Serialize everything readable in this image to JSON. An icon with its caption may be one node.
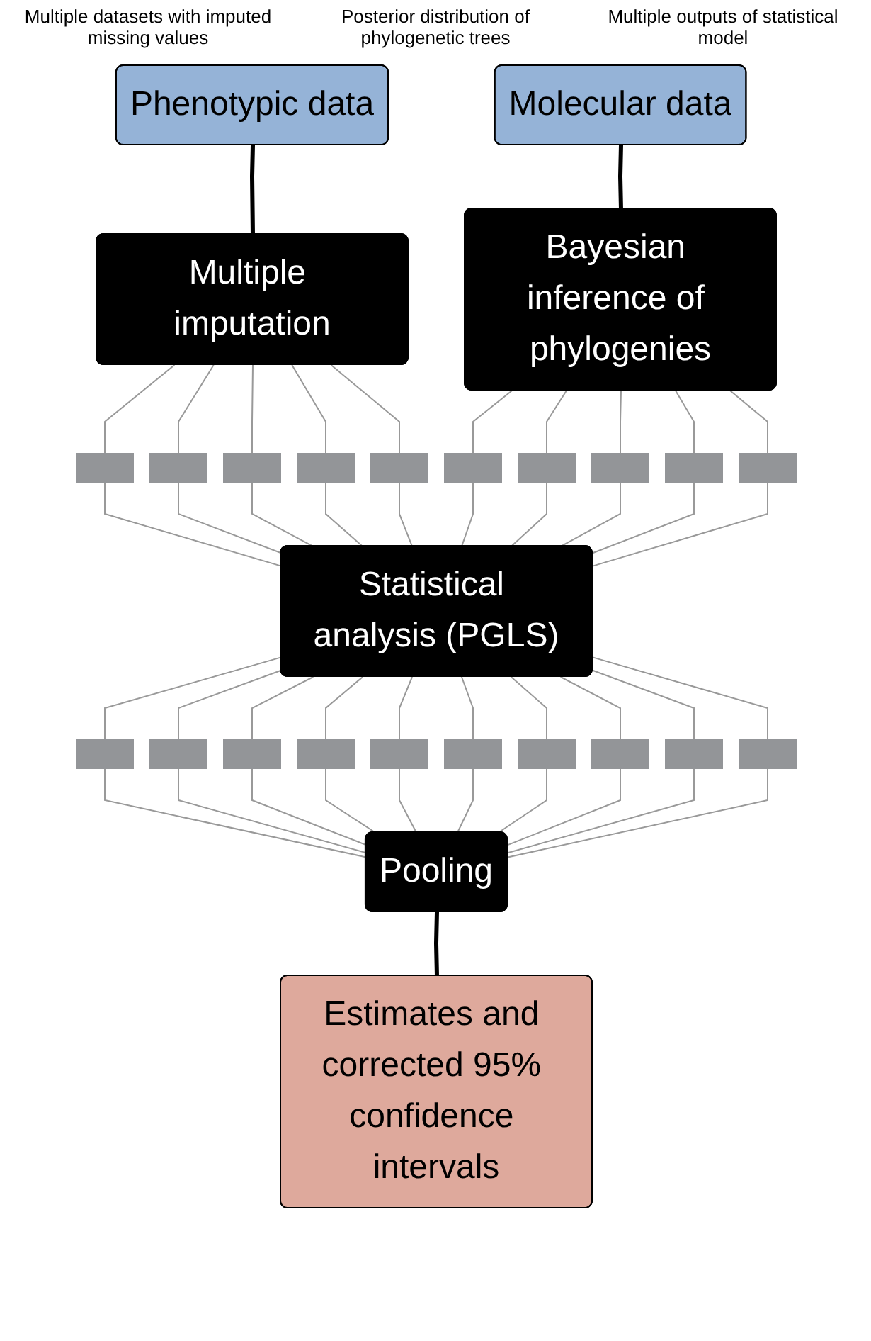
{
  "diagram": {
    "nodes": [
      {
        "text": [
          "Phenotypic data"
        ]
      },
      {
        "text": [
          "Molecular data"
        ]
      },
      {
        "text": [
          "Multiple imputation"
        ]
      },
      {
        "text": [
          "Bayesian inference of phylogenies"
        ]
      },
      {
        "text": [],
        "shape": "box"
      },
      {
        "text": [],
        "shape": "box"
      },
      {
        "text": [],
        "shape": "box"
      },
      {
        "text": [],
        "shape": "box"
      },
      {
        "text": [],
        "shape": "box"
      },
      {
        "text": [],
        "shape": "box"
      },
      {
        "text": [],
        "shape": "box"
      },
      {
        "text": [],
        "shape": "box"
      },
      {
        "text": [],
        "shape": "box"
      },
      {
        "text": [],
        "shape": "box"
      },
      {
        "text": [
          "Statistical analysis (PGLS)"
        ]
      },
      {
        "text": [],
        "shape": "box"
      },
      {
        "text": [],
        "shape": "box"
      },
      {
        "text": [],
        "shape": "box"
      },
      {
        "text": [],
        "shape": "box"
      },
      {
        "text": [],
        "shape": "box"
      },
      {
        "text": [],
        "shape": "box"
      },
      {
        "text": [],
        "shape": "box"
      },
      {
        "text": [],
        "shape": "box"
      },
      {
        "text": [],
        "shape": "box"
      },
      {
        "text": [],
        "shape": "box"
      },
      {
        "text": [
          "Pooling"
        ]
      },
      {
        "text": [
          "Estimates and corrected 95% confidence intervals"
        ]
      }
    ],
    "edges": [
      {
        "from": 0,
        "to": 2,
        "arrow": "none",
        "style": "thick",
        "color": "#000000"
      },
      {
        "from": 1,
        "to": 3,
        "arrow": "none",
        "style": "thick",
        "color": "#000000"
      },
      {
        "from": 2,
        "to": 4,
        "arrow": "none"
      },
      {
        "from": 2,
        "to": 5,
        "arrow": "none"
      },
      {
        "from": 2,
        "to": 6,
        "arrow": "none"
      },
      {
        "from": 2,
        "to": 7,
        "arrow": "none"
      },
      {
        "from": 2,
        "to": 8,
        "arrow": "none"
      },
      {
        "from": 3,
        "to": 9,
        "arrow": "none"
      },
      {
        "from": 3,
        "to": 10,
        "arrow": "none"
      },
      {
        "from": 3,
        "to": 11,
        "arrow": "none"
      },
      {
        "from": 3,
        "to": 12,
        "arrow": "none"
      },
      {
        "from": 3,
        "to": 13,
        "arrow": "none"
      },
      {
        "from": 4,
        "to": 14,
        "arrow": "none"
      },
      {
        "from": 5,
        "to": 14,
        "arrow": "none"
      },
      {
        "from": 6,
        "to": 14,
        "arrow": "none"
      },
      {
        "from": 7,
        "to": 14,
        "arrow": "none"
      },
      {
        "from": 8,
        "to": 14,
        "arrow": "none"
      },
      {
        "from": 9,
        "to": 14,
        "arrow": "none"
      },
      {
        "from": 10,
        "to": 14,
        "arrow": "none"
      },
      {
        "from": 11,
        "to": 14,
        "arrow": "none"
      },
      {
        "from": 12,
        "to": 14,
        "arrow": "none"
      },
      {
        "from": 13,
        "to": 14,
        "arrow": "none"
      },
      {
        "from": 14,
        "to": 15,
        "arrow": "none"
      },
      {
        "from": 14,
        "to": 16,
        "arrow": "none"
      },
      {
        "from": 14,
        "to": 17,
        "arrow": "none"
      },
      {
        "from": 14,
        "to": 18,
        "arrow": "none"
      },
      {
        "from": 14,
        "to": 19,
        "arrow": "none"
      },
      {
        "from": 14,
        "to": 20,
        "arrow": "none"
      },
      {
        "from": 14,
        "to": 21,
        "arrow": "none"
      },
      {
        "from": 14,
        "to": 22,
        "arrow": "none"
      },
      {
        "from": 14,
        "to": 23,
        "arrow": "none"
      },
      {
        "from": 14,
        "to": 24,
        "arrow": "none"
      },
      {
        "from": 15,
        "to": 25,
        "arrow": "none"
      },
      {
        "from": 16,
        "to": 25,
        "arrow": "none"
      },
      {
        "from": 17,
        "to": 25,
        "arrow": "none"
      },
      {
        "from": 18,
        "to": 25,
        "arrow": "none"
      },
      {
        "from": 19,
        "to": 25,
        "arrow": "none"
      },
      {
        "from": 20,
        "to": 25,
        "arrow": "none"
      },
      {
        "from": 21,
        "to": 25,
        "arrow": "none"
      },
      {
        "from": 22,
        "to": 25,
        "arrow": "none"
      },
      {
        "from": 23,
        "to": 25,
        "arrow": "none"
      },
      {
        "from": 24,
        "to": 25,
        "arrow": "none"
      },
      {
        "from": 25,
        "to": 26,
        "arrow": "none",
        "style": "thick",
        "color": "#000000"
      }
    ],
    "labels": [
      "Multiple datasets with imputed missing values",
      "Posterior distribution of phylogenetic trees",
      "Multiple outputs of statistical model"
    ]
  }
}
